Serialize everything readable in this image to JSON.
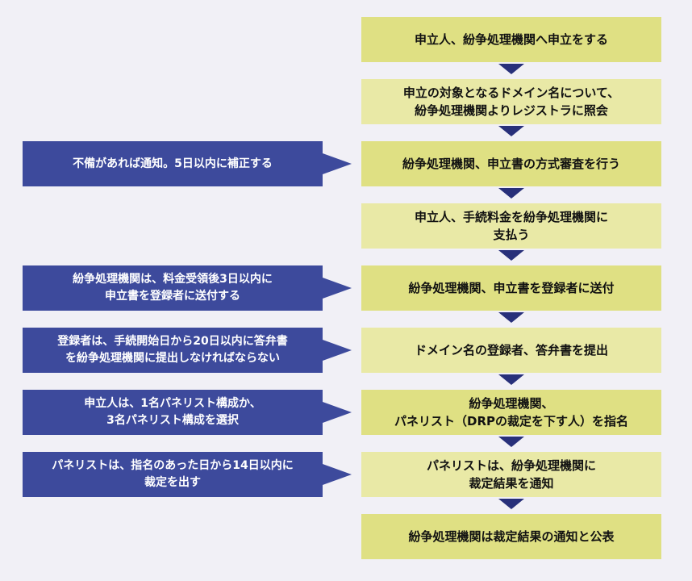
{
  "steps": [
    "申立人、紛争処理機関へ申立をする",
    "申立の対象となるドメイン名について、\n紛争処理機関よりレジストラに照会",
    "紛争処理機関、申立書の方式審査を行う",
    "申立人、手続料金を紛争処理機関に\n支払う",
    "紛争処理機関、申立書を登録者に送付",
    "ドメイン名の登録者、答弁書を提出",
    "紛争処理機関、\nパネリスト（DRPの裁定を下す人）を指名",
    "パネリストは、紛争処理機関に\n裁定結果を通知",
    "紛争処理機関は裁定結果の通知と公表"
  ],
  "notes": [
    "不備があれば通知。5日以内に補正する",
    "紛争処理機関は、料金受領後3日以内に\n申立書を登録者に送付する",
    "登録者は、手続開始日から20日以内に答弁書\nを紛争処理機関に提出しなければならない",
    "申立人は、1名パネリスト構成か、\n3名パネリスト構成を選択",
    "パネリストは、指名のあった日から14日以内に\n裁定を出す"
  ],
  "colors": {
    "background": "#f1f0f6",
    "step_dark": "#dfe083",
    "step_light": "#e9e9a6",
    "arrow": "#28307a",
    "note": "#3d4a9c"
  }
}
